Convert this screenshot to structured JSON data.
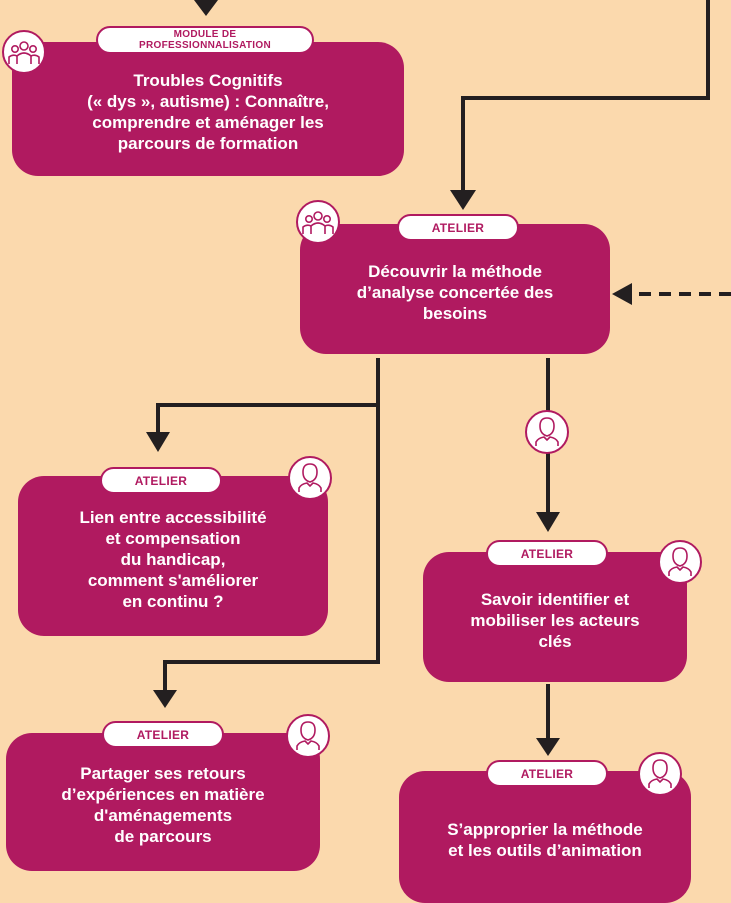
{
  "colors": {
    "background": "#fbd9ad",
    "box": "#b01a60",
    "line": "#231f20",
    "tag_bg": "#ffffff"
  },
  "nodes": {
    "troubles": {
      "tag": "MODULE DE\nPROFESSIONNALISATION",
      "text": "Troubles Cognitifs\n(« dys », autisme) : Connaître,\ncomprendre et aménager les\nparcours de formation",
      "icon": "group-icon"
    },
    "decouvrir": {
      "tag": "ATELIER",
      "text": "Découvrir la méthode\nd’analyse concertée des\nbesoins",
      "icon": "group-icon"
    },
    "lien": {
      "tag": "ATELIER",
      "text": "Lien entre accessibilité\net compensation\ndu handicap,\ncomment s'améliorer\nen continu ?",
      "icon": "person-icon"
    },
    "savoir": {
      "tag": "ATELIER",
      "text": "Savoir identifier et\nmobiliser les acteurs\nclés",
      "icon": "person-icon"
    },
    "partager": {
      "tag": "ATELIER",
      "text": "Partager ses retours\nd’expériences  en matière\nd'aménagements\nde parcours",
      "icon": "person-icon"
    },
    "approprier": {
      "tag": "ATELIER",
      "text": "S’approprier la méthode\net les outils d’animation",
      "icon": "person-icon"
    }
  },
  "connector_icon": "person-icon"
}
